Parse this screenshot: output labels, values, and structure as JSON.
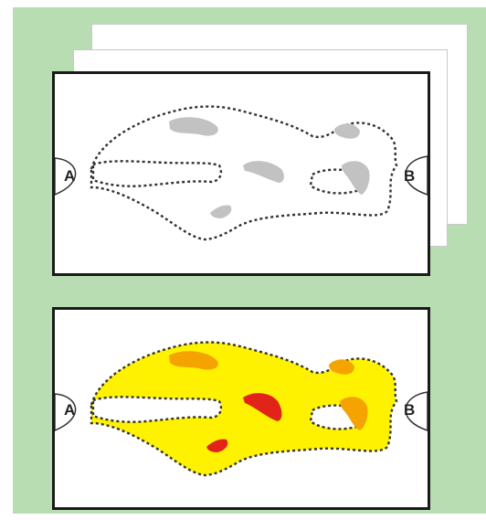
{
  "colors": {
    "background": "#b9ddb3",
    "panel_border": "#1a1a1a",
    "outline": "#333333",
    "top_region_fill": "#ffffff",
    "top_spot_fill": "#c2c2c2",
    "bottom_region_fill": "#fff200",
    "bottom_spot_orange": "#f4a300",
    "bottom_spot_red": "#e2231a"
  },
  "diagram": {
    "top": {
      "label_left": "A",
      "label_right": "B"
    },
    "bottom": {
      "label_left": "A",
      "label_right": "B"
    }
  }
}
